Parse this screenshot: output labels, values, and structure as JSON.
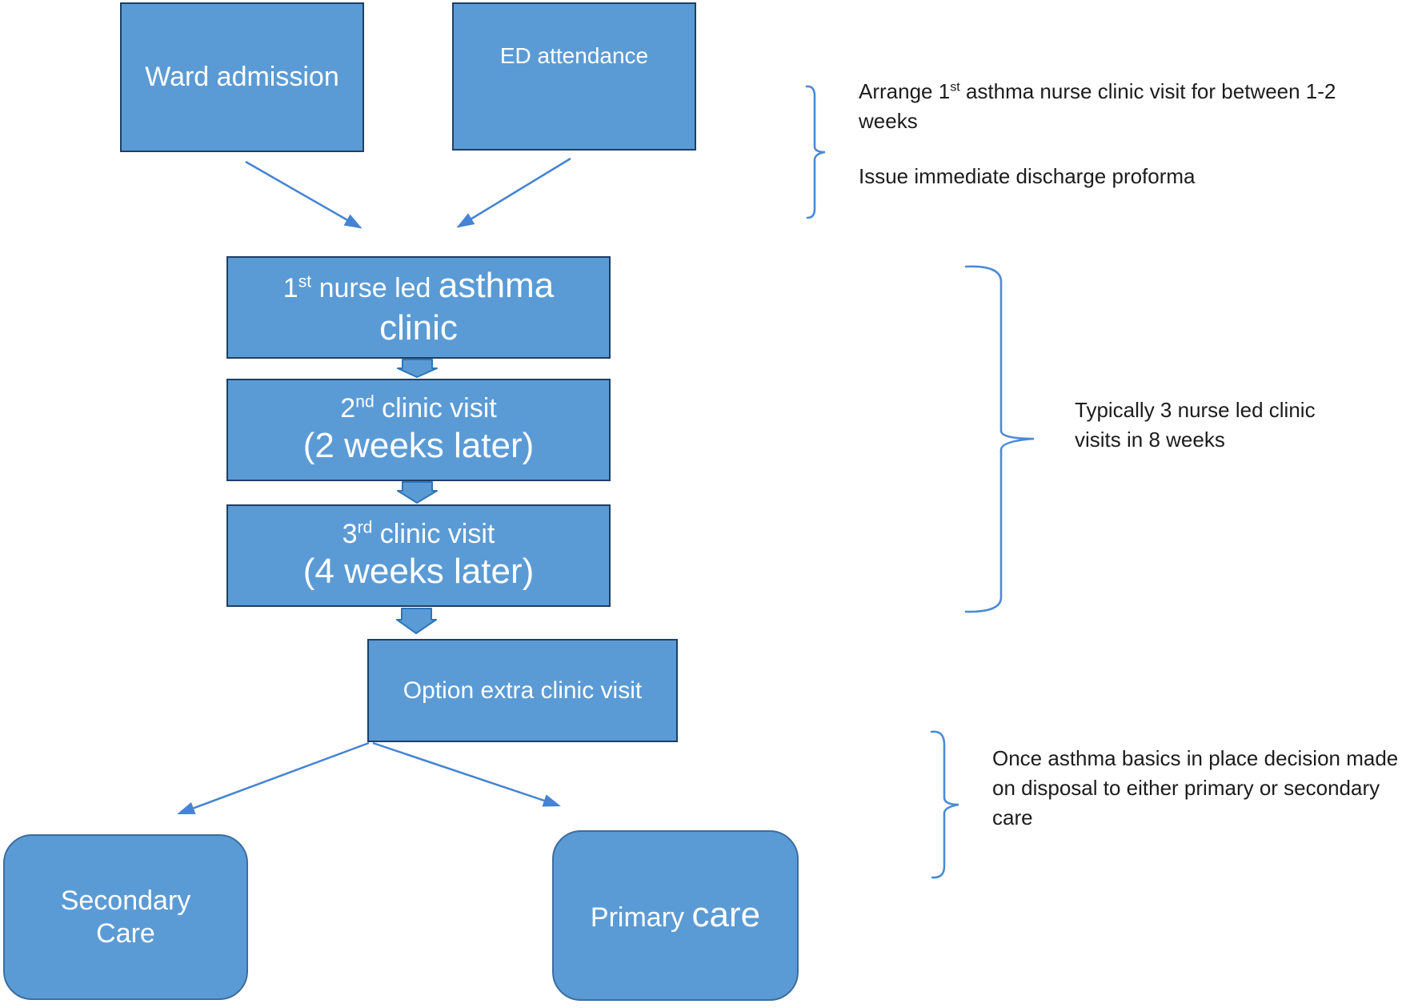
{
  "colors": {
    "box_fill": "#5b9bd5",
    "box_border": "#1e3f66",
    "rounded_border": "#3c6e9f",
    "block_arrow_fill": "#5b9bd5",
    "block_arrow_border": "#2e75b6",
    "connector": "#4583d4",
    "bracket": "#4b8ad6",
    "annotation_text": "#1c1c1c",
    "box_text": "#ffffff"
  },
  "boxes": {
    "ward": {
      "label": "Ward admission"
    },
    "ed": {
      "label": "ED attendance"
    },
    "clinic1": {
      "num": "1",
      "sup": "st",
      "rest": " nurse led ",
      "big": "asthma",
      "line2": "clinic"
    },
    "clinic2": {
      "num": "2",
      "sup": "nd",
      "rest": " clinic visit",
      "line2": "(2 weeks later)"
    },
    "clinic3": {
      "num": "3",
      "rd": "rd",
      "rest": " clinic visit",
      "line2": "(4 weeks later)"
    },
    "option": {
      "label": "Option extra clinic visit"
    },
    "secondary": {
      "line1": "Secondary",
      "line2": "Care"
    },
    "primary": {
      "word1": "Primary ",
      "word2": "care"
    }
  },
  "annotations": {
    "first": {
      "seg1": "Arrange 1",
      "sup": "st",
      "seg2": " asthma nurse clinic visit for between  1-2 weeks",
      "para2": "Issue immediate discharge proforma"
    },
    "second": {
      "text": "Typically 3 nurse led clinic visits in 8 weeks"
    },
    "third": {
      "text": "Once asthma basics in place decision made on disposal to either primary or secondary care"
    }
  }
}
